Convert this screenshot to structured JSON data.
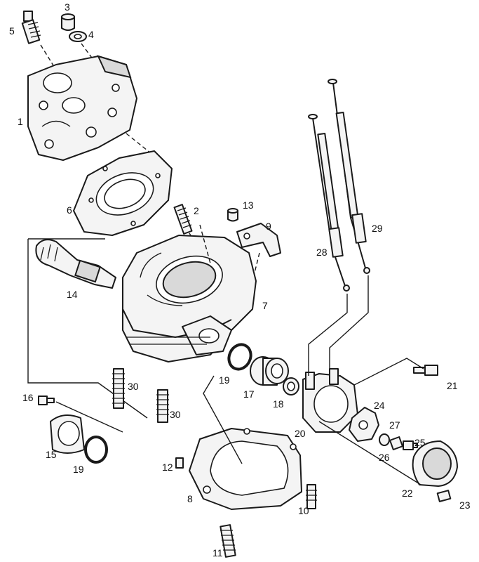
{
  "callouts": [
    {
      "id": "c1",
      "text": "1"
    },
    {
      "id": "c2",
      "text": "2"
    },
    {
      "id": "c3",
      "text": "3"
    },
    {
      "id": "c4",
      "text": "4"
    },
    {
      "id": "c5",
      "text": "5"
    },
    {
      "id": "c6",
      "text": "6"
    },
    {
      "id": "c7",
      "text": "7"
    },
    {
      "id": "c8",
      "text": "8"
    },
    {
      "id": "c9",
      "text": "9"
    },
    {
      "id": "c10",
      "text": "10"
    },
    {
      "id": "c11",
      "text": "11"
    },
    {
      "id": "c12",
      "text": "12"
    },
    {
      "id": "c13",
      "text": "13"
    },
    {
      "id": "c14",
      "text": "14"
    },
    {
      "id": "c15",
      "text": "15"
    },
    {
      "id": "c16",
      "text": "16"
    },
    {
      "id": "c17",
      "text": "17"
    },
    {
      "id": "c18",
      "text": "18"
    },
    {
      "id": "c19a",
      "text": "19"
    },
    {
      "id": "c19b",
      "text": "19"
    },
    {
      "id": "c20",
      "text": "20"
    },
    {
      "id": "c21",
      "text": "21"
    },
    {
      "id": "c22",
      "text": "22"
    },
    {
      "id": "c23",
      "text": "23"
    },
    {
      "id": "c24",
      "text": "24"
    },
    {
      "id": "c25",
      "text": "25"
    },
    {
      "id": "c26",
      "text": "26"
    },
    {
      "id": "c27",
      "text": "27"
    },
    {
      "id": "c28",
      "text": "28"
    },
    {
      "id": "c29",
      "text": "29"
    },
    {
      "id": "c30a",
      "text": "30"
    },
    {
      "id": "c30b",
      "text": "30"
    }
  ]
}
